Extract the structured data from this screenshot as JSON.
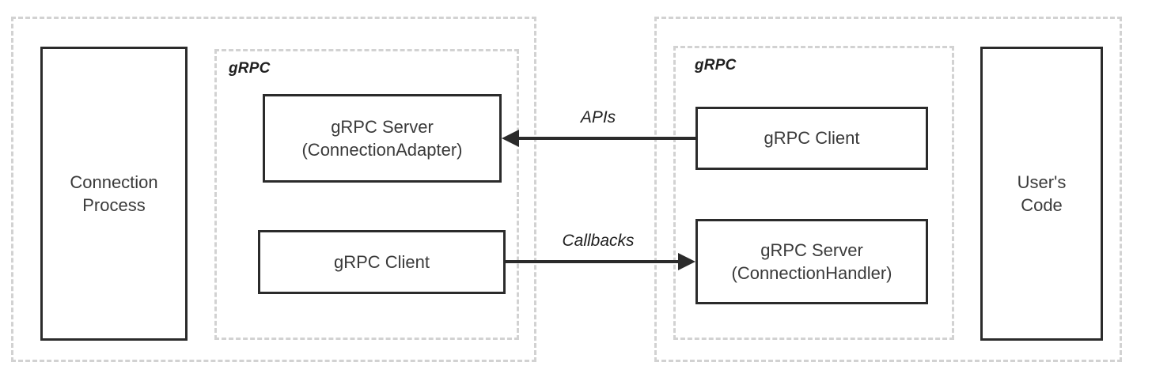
{
  "diagram": {
    "title": "gRPC Connection Process / User's Code architecture",
    "background_color": "#ffffff",
    "line_color": "#2b2b2b",
    "dashed_color": "#d2d2d2",
    "text_color": "#3a3a3a"
  },
  "groups": [
    {
      "id": "connection-process-group",
      "label": "",
      "inner": {
        "label": "gRPC"
      }
    },
    {
      "id": "users-code-group",
      "label": "",
      "inner": {
        "label": "gRPC"
      }
    }
  ],
  "nodes": {
    "connection_process": {
      "label": "Connection\nProcess"
    },
    "server_adapter": {
      "label": "gRPC Server\n(ConnectionAdapter)"
    },
    "client_left": {
      "label": "gRPC Client"
    },
    "client_right": {
      "label": "gRPC Client"
    },
    "server_handler": {
      "label": "gRPC Server\n(ConnectionHandler)"
    },
    "users_code": {
      "label": "User's\nCode"
    }
  },
  "edges": [
    {
      "id": "apis-edge",
      "label": "APIs",
      "from": "client_right",
      "to": "server_adapter",
      "direction": "left"
    },
    {
      "id": "callbacks-edge",
      "label": "Callbacks",
      "from": "client_left",
      "to": "server_handler",
      "direction": "right"
    }
  ]
}
